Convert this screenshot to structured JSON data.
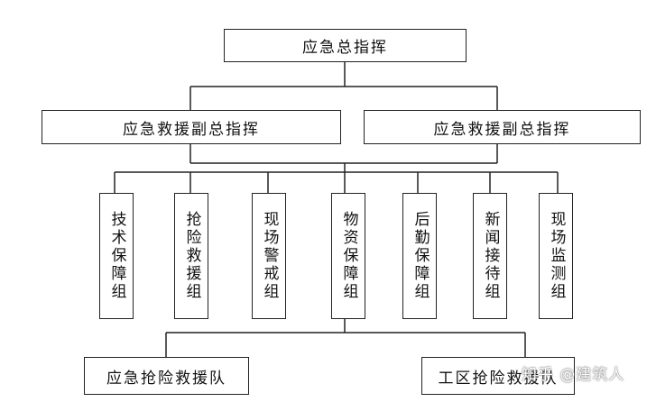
{
  "top": {
    "label": "应急总指挥"
  },
  "deputies": [
    {
      "label": "应急救援副总指挥"
    },
    {
      "label": "应急救援副总指挥"
    }
  ],
  "groups": [
    {
      "label": "技术保障组"
    },
    {
      "label": "抢险救援组"
    },
    {
      "label": "现场警戒组"
    },
    {
      "label": "物资保障组"
    },
    {
      "label": "后勤保障组"
    },
    {
      "label": "新闻接待组"
    },
    {
      "label": "现场监测组"
    }
  ],
  "teams": [
    {
      "label": "应急抢险救援队"
    },
    {
      "label": "工区抢险救援队"
    }
  ],
  "watermark": "知乎 @建筑人"
}
